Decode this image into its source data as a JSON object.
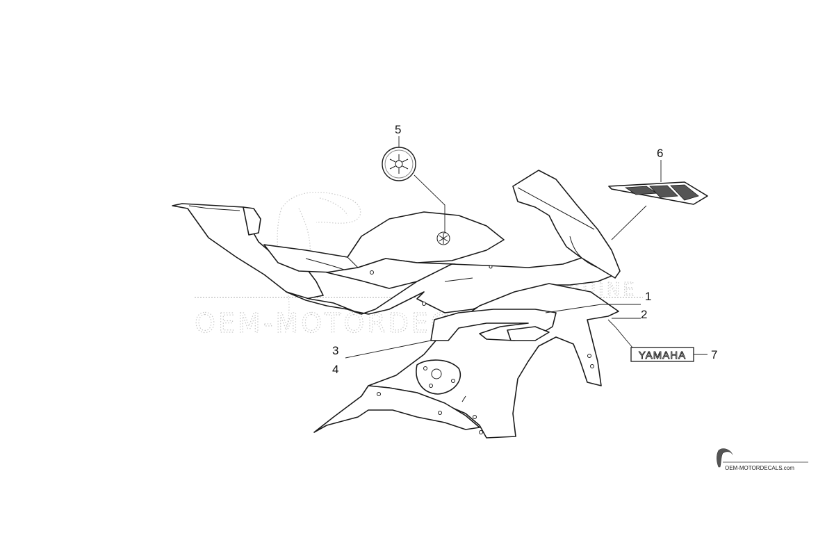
{
  "diagram": {
    "callouts": [
      {
        "id": "1",
        "label": "1"
      },
      {
        "id": "2",
        "label": "2"
      },
      {
        "id": "3",
        "label": "3"
      },
      {
        "id": "4",
        "label": "4"
      },
      {
        "id": "5",
        "label": "5"
      },
      {
        "id": "6",
        "label": "6"
      },
      {
        "id": "7",
        "label": "7"
      }
    ],
    "decal_text": "YAMAHA",
    "watermark": {
      "main": "OEM-MOTORDECALS.com",
      "sub": "GENUINE"
    },
    "footer_logo_text": "OEM-MOTORDECALS.com"
  }
}
